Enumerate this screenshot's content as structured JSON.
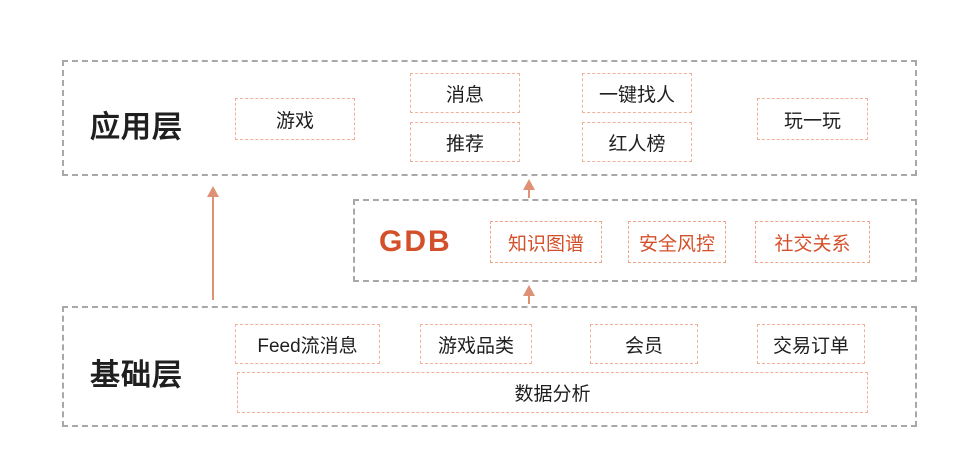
{
  "layers": {
    "app": {
      "label": "应用层",
      "items": [
        {
          "label": "游戏"
        },
        {
          "label": "消息"
        },
        {
          "label": "推荐"
        },
        {
          "label": "一键找人"
        },
        {
          "label": "红人榜"
        },
        {
          "label": "玩一玩"
        }
      ]
    },
    "gdb": {
      "label": "GDB",
      "items": [
        {
          "label": "知识图谱"
        },
        {
          "label": "安全风控"
        },
        {
          "label": "社交关系"
        }
      ]
    },
    "base": {
      "label": "基础层",
      "items": [
        {
          "label": "Feed流消息"
        },
        {
          "label": "游戏品类"
        },
        {
          "label": "会员"
        },
        {
          "label": "交易订单"
        },
        {
          "label": "数据分析"
        }
      ]
    }
  },
  "colors": {
    "accent_orange": "#d4502a",
    "chip_border_salmon": "#f2b29a",
    "outer_border_gray": "#a8a8a8",
    "arrow_salmon": "#de9175",
    "text_dark": "#1f1f1f"
  }
}
